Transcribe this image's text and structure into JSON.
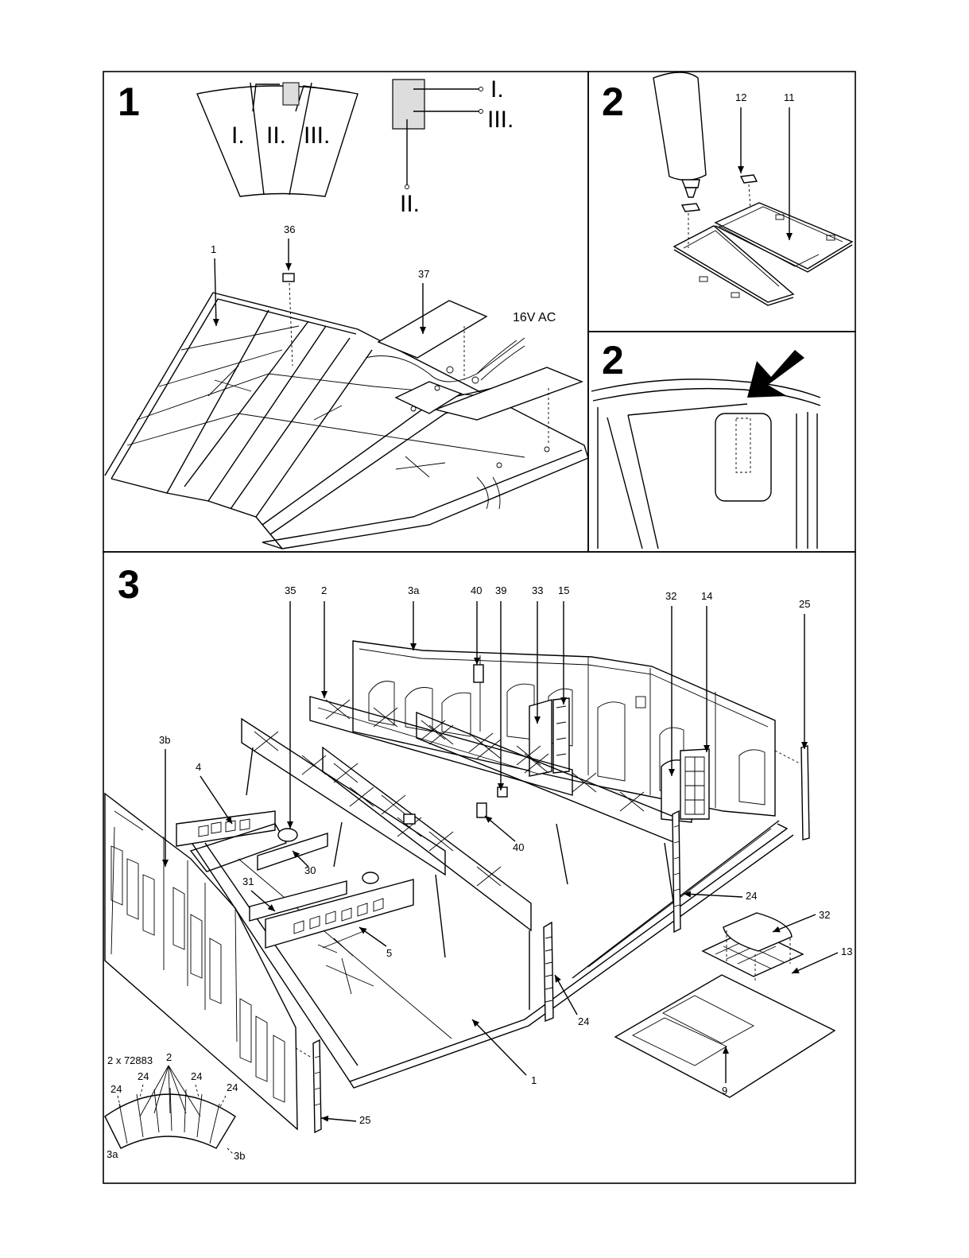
{
  "panels": [
    {
      "step": "1",
      "sector_labels": [
        "I.",
        "II.",
        "III."
      ],
      "wire_labels": [
        "I.",
        "III.",
        "II."
      ],
      "parts": [
        "1",
        "36",
        "37"
      ],
      "voltage_label": "16V AC"
    },
    {
      "step": "2",
      "parts": [
        "12",
        "11"
      ]
    },
    {
      "step": "2"
    },
    {
      "step": "3",
      "parts": [
        "35",
        "2",
        "3a",
        "40",
        "39",
        "33",
        "15",
        "32",
        "14",
        "25",
        "3b",
        "4",
        "30",
        "31",
        "40",
        "24",
        "32",
        "13",
        "5",
        "24",
        "1",
        "9",
        "25"
      ],
      "inset": {
        "kit_label": "2 x 72883",
        "labels": [
          "2",
          "24",
          "24",
          "24",
          "24",
          "3a",
          "3b"
        ]
      }
    }
  ],
  "colors": {
    "line": "#000000",
    "background": "#ffffff",
    "shade": "#dddddd"
  }
}
